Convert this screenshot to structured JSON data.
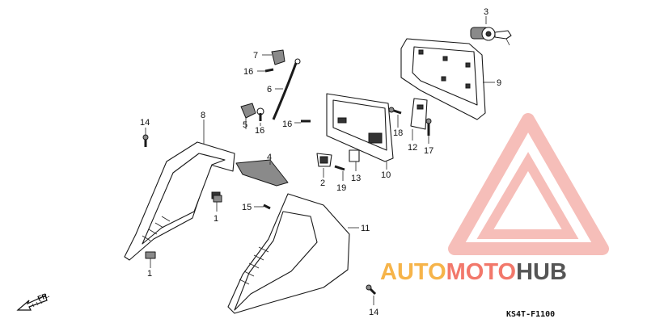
{
  "diagram": {
    "callouts": [
      {
        "id": "c3",
        "label": "3"
      },
      {
        "id": "c7",
        "label": "7"
      },
      {
        "id": "c16a",
        "label": "16"
      },
      {
        "id": "c6",
        "label": "6"
      },
      {
        "id": "c9",
        "label": "9"
      },
      {
        "id": "c8",
        "label": "8"
      },
      {
        "id": "c14a",
        "label": "14"
      },
      {
        "id": "c5",
        "label": "5"
      },
      {
        "id": "c16b",
        "label": "16"
      },
      {
        "id": "c16c",
        "label": "16"
      },
      {
        "id": "c18",
        "label": "18"
      },
      {
        "id": "c12",
        "label": "12"
      },
      {
        "id": "c17",
        "label": "17"
      },
      {
        "id": "c4",
        "label": "4"
      },
      {
        "id": "c2",
        "label": "2"
      },
      {
        "id": "c19",
        "label": "19"
      },
      {
        "id": "c13",
        "label": "13"
      },
      {
        "id": "c10",
        "label": "10"
      },
      {
        "id": "c1a",
        "label": "1"
      },
      {
        "id": "c15",
        "label": "15"
      },
      {
        "id": "c11",
        "label": "11"
      },
      {
        "id": "c1b",
        "label": "1"
      },
      {
        "id": "c14b",
        "label": "14"
      }
    ],
    "diagram_code": "KS4T-F1100",
    "direction_label": "FR."
  },
  "watermark": {
    "word1": "AUTO",
    "word2": "MOTO",
    "word3": "HUB",
    "colors": {
      "auto": "#f6b44a",
      "moto": "#f2786b",
      "hub": "#555555",
      "logo": "#f08a80"
    }
  }
}
